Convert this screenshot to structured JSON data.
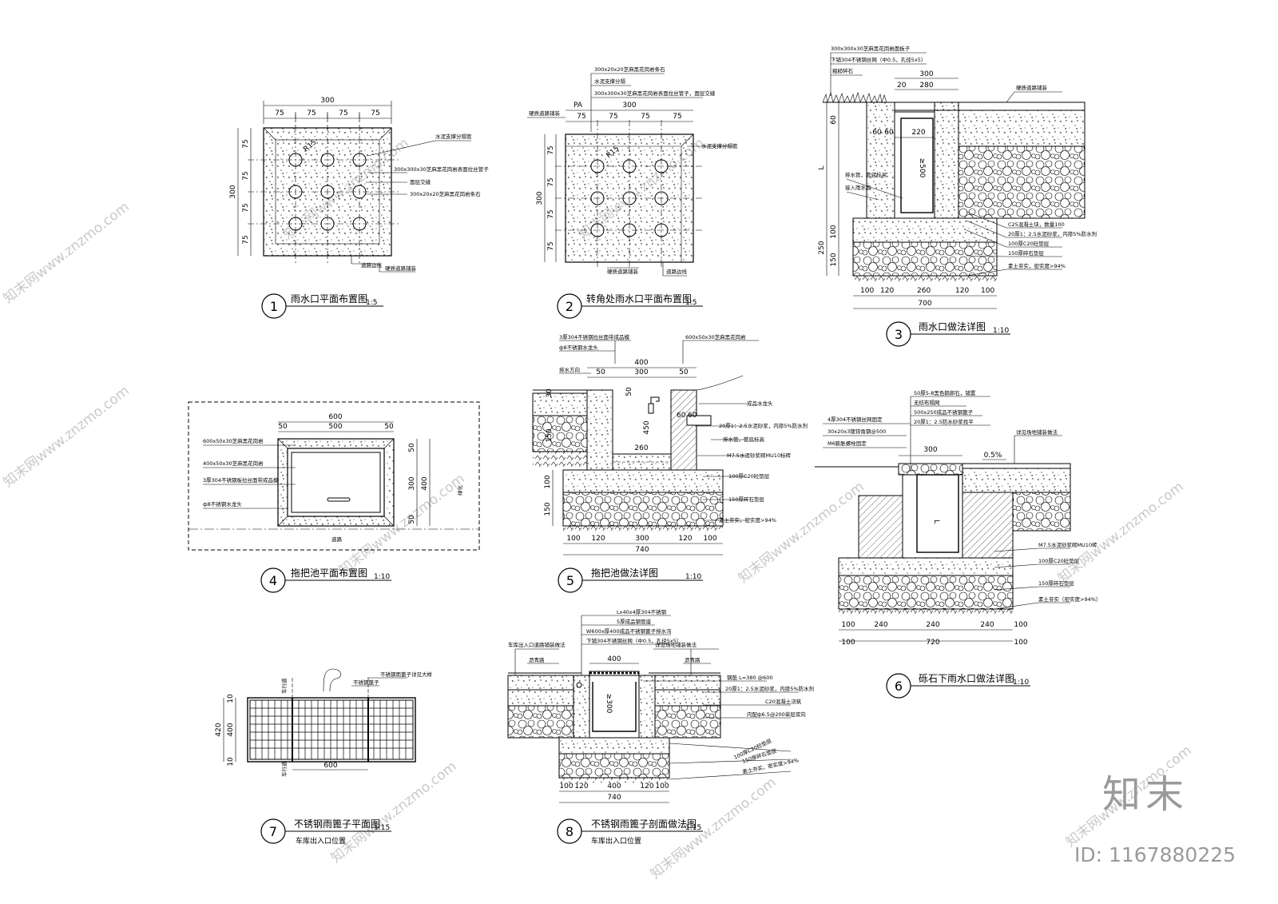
{
  "drawings": [
    {
      "num": "1",
      "title": "雨水口平面布置图",
      "scale": "1:5",
      "dims": {
        "top_total": "300",
        "top_seg": [
          "75",
          "75",
          "75",
          "75"
        ],
        "left_total": "300",
        "left_seg": [
          "75",
          "75",
          "75",
          "75"
        ]
      },
      "radius": "R15",
      "notes": [
        "水泥支撑分隔管",
        "300x300x30芝麻黑花岗岩表面拉丝管子",
        "面层交缝",
        "300x20x20芝麻黑花岗岩条石",
        "道路边线",
        "硬质道路铺装"
      ]
    },
    {
      "num": "2",
      "title": "转角处雨水口平面布置图",
      "scale": "1:5",
      "dims": {
        "pa": "PA",
        "top_total": "300",
        "top_seg": [
          "75",
          "75",
          "75",
          "75"
        ],
        "left_total": "300",
        "left_seg": [
          "75",
          "75",
          "75",
          "75"
        ]
      },
      "radius": "R15",
      "notes": [
        "300x20x20芝麻黑花岗岩条石",
        "水泥支撑分隔",
        "300x300x30芝麻黑花岗岩表面拉丝管子，面层交缝",
        "硬质道路铺装",
        "水泥支撑分隔管",
        "硬质道路铺装",
        "道路边线"
      ]
    },
    {
      "num": "3",
      "title": "雨水口做法详图",
      "scale": "1:10",
      "dims": {
        "top": [
          "300",
          "280"
        ],
        "d20": "20",
        "inner": "220",
        "side": [
          "60",
          "60"
        ],
        "h500": "≥500",
        "L": "L",
        "v250": "250",
        "v100": "100",
        "v150": "150",
        "v60": "60",
        "bottom_seg": [
          "100",
          "120",
          "260",
          "120",
          "100"
        ],
        "bottom_total": "700"
      },
      "notes": [
        "300x300x30芝麻黑花岗岩面板子",
        "下铺304不锈钢丝网（中0.5，孔径5x5）",
        "粗糙碎石",
        "硬质道路铺装",
        "排水管，管底标高",
        "接入雨水管",
        "C25混凝土块，数量100",
        "20厚1：2.5水泥砂浆，内掺5%防水剂",
        "100厚C20砼垫层",
        "150厚碎石垫层",
        "素土夯实，密实度>94%"
      ]
    },
    {
      "num": "4",
      "title": "拖把池平面布置图",
      "scale": "1:10",
      "dims": {
        "top_total": "600",
        "top_seg": [
          "50",
          "500",
          "50"
        ],
        "right_seg": [
          "50",
          "300",
          "50"
        ],
        "right_total": "400"
      },
      "labels": {
        "side": "绿化",
        "bottom": "道路"
      },
      "notes": [
        "600x50x30芝麻黑花岗岩",
        "400x50x30芝麻黑花岗岩",
        "3厚304不锈钢板拉丝面带成品模",
        "ф8不锈钢水龙头"
      ]
    },
    {
      "num": "5",
      "title": "拖把池做法详图",
      "scale": "1:10",
      "dims": {
        "top": "400",
        "top_seg": [
          "50",
          "300",
          "50"
        ],
        "v50": "50",
        "v450": "450",
        "v260": "260",
        "v150a": "150",
        "v100": "100",
        "v150": "150",
        "v30": "30",
        "v60": [
          "60",
          "60"
        ],
        "bottom_seg": [
          "100",
          "120",
          "300",
          "120",
          "100"
        ],
        "bottom_total": "740"
      },
      "notes": [
        "3厚304不锈钢拉丝面带成品模",
        "ф8不锈钢水龙头",
        "排水方向",
        "600x50x30芝麻黑花岗岩",
        "成品水龙头",
        "20厚1：2.5水泥砂浆，内掺5%防水剂",
        "排水管，管底标高",
        "M7.5水泥砂浆砌MU10标砖",
        "100厚C20砼垫层",
        "150厚碎石垫层",
        "素土夯实，密实度>94%"
      ]
    },
    {
      "num": "6",
      "title": "砾石下雨水口做法详图",
      "scale": "1:10",
      "dims": {
        "v300": "300",
        "slope": "0.5%",
        "L": "L",
        "bottom_seg": [
          "100",
          "240",
          "240",
          "240",
          "100"
        ],
        "bottom_total": "720"
      },
      "notes": [
        "50厚5-8黑色鹅卵石，铺置",
        "无纺布隔网",
        "500x250成品不锈钢篦子",
        "20厚1：2.5防水砂浆找平",
        "4厚304不锈钢丝网固定",
        "30x20x3镀锌角钢@500",
        "M6膨胀螺栓固定",
        "详见场地铺装做法",
        "M7.5水泥砂浆砌MU10砖",
        "100厚C20砼垫层",
        "150厚碎石垫层",
        "素土夯实（密实度>94%）"
      ]
    },
    {
      "num": "7",
      "title": "不锈钢雨篦子平面图",
      "scale": "1:15",
      "subtitle": "车库出入口位置",
      "dims": {
        "left_total": "420",
        "left_inner": "400",
        "d10a": "10",
        "d10b": "10",
        "bottom": "600"
      },
      "notes": [
        "车行道",
        "车行道",
        "不锈钢篦子",
        "不锈钢雨篦子详见大样"
      ]
    },
    {
      "num": "8",
      "title": "不锈钢雨篦子剖面做法图",
      "scale": "1:15",
      "subtitle": "车库出入口位置",
      "dims": {
        "top": "400",
        "h300": "≥300",
        "bottom_seg": [
          "100",
          "120",
          "400",
          "120"
        ],
        "bottom_total": "740"
      },
      "notes": [
        "Lx40x4厚304不锈钢",
        "5厚成品钢管座",
        "W600x厚400成品不锈钢篦子排水沟",
        "下铺304不锈钢丝网（中0.5，孔径5x5）",
        "车库出入口道路铺装做法",
        "详见场地铺装做法",
        "沥青路",
        "沥青路",
        "钢筋 L=380 @600",
        "20厚1：2.5水泥砂浆，内掺5%防水剂",
        "C20混凝土浇筑",
        "内配ф6.5@200单层双向",
        "100厚C20砼垫层",
        "150厚碎石垫层",
        "素土夯实，密实度>94%"
      ]
    }
  ],
  "logo": {
    "text": "知末",
    "id": "ID: 1167880225"
  },
  "watermark": "知末网www.znzmo.com"
}
